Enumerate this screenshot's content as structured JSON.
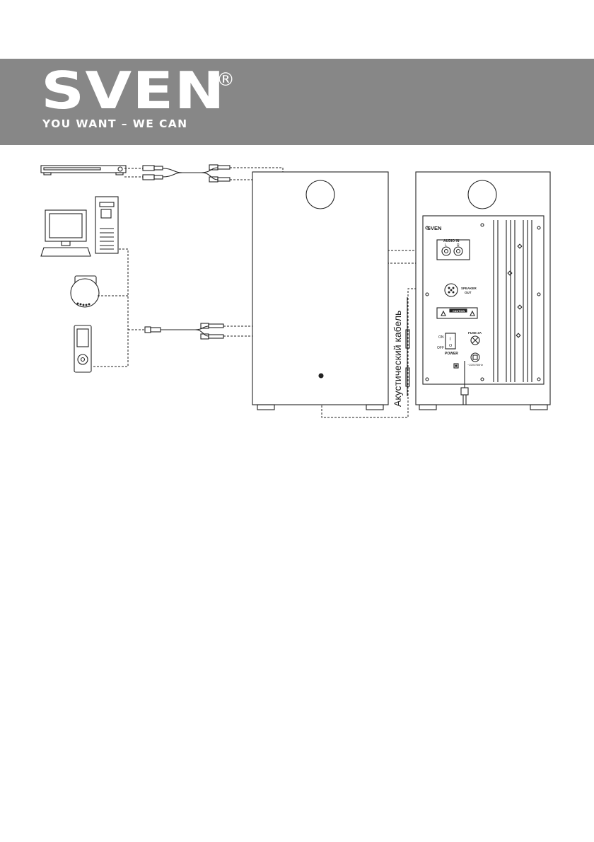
{
  "header": {
    "brand": "SVEN",
    "registered_mark": "®",
    "slogan": "YOU WANT – WE CAN",
    "background_color": "#878787",
    "text_color": "#ffffff"
  },
  "rear_panel": {
    "brand": "SVEN",
    "audio_in_label": "AUDIO IN",
    "left_label": "L",
    "right_label": "R",
    "speaker_out_label": "SPEAKER",
    "speaker_out_label_line2": "OUT",
    "caution_label": "CAUTION",
    "on_label": "ON",
    "off_label": "OFF",
    "switch_on_mark": "I",
    "switch_off_mark": "O",
    "power_label": "POWER",
    "fuse_label": "FUSE 2A",
    "mains_label": "~220V/50Hz"
  },
  "cable_label": "Акустический кабель"
}
